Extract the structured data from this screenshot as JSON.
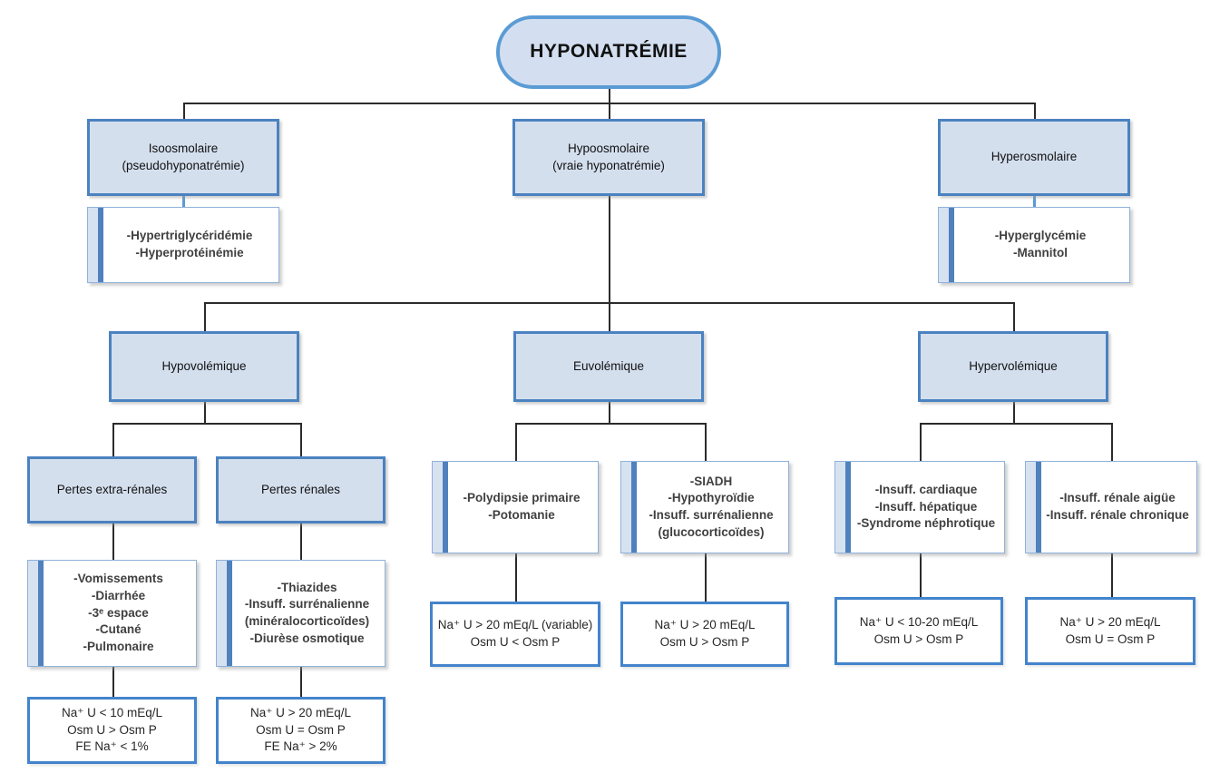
{
  "diagram": {
    "title": "HYPONATRÉMIE",
    "accent_border_color": "#4b82c0",
    "accent_fill_color": "#d4dfee",
    "stripe_color": "#4f81bd",
    "connector_color": "#2b2b2b",
    "nodes": {
      "isoosmolaire": {
        "lines": [
          "Isoosmolaire",
          "(pseudohyponatrémie)"
        ]
      },
      "iso_causes": {
        "lines": [
          "-Hypertriglycéridémie",
          "-Hyperprotéinémie"
        ]
      },
      "hypoosmolaire": {
        "lines": [
          "Hypoosmolaire",
          "(vraie hyponatrémie)"
        ]
      },
      "hyperosmolaire": {
        "lines": [
          "Hyperosmolaire"
        ]
      },
      "hyper_causes": {
        "lines": [
          "-Hyperglycémie",
          "-Mannitol"
        ]
      },
      "hypovolemique": {
        "lines": [
          "Hypovolémique"
        ]
      },
      "euvolemique": {
        "lines": [
          "Euvolémique"
        ]
      },
      "hypervolemique": {
        "lines": [
          "Hypervolémique"
        ]
      },
      "pertes_extra_renales": {
        "lines": [
          "Pertes extra-rénales"
        ]
      },
      "pertes_renales": {
        "lines": [
          "Pertes rénales"
        ]
      },
      "extra_causes": {
        "lines": [
          "-Vomissements",
          "-Diarrhée",
          "-3ᵉ espace",
          "-Cutané",
          "-Pulmonaire"
        ]
      },
      "renales_causes": {
        "lines": [
          "-Thiazides",
          "-Insuff. surrénalienne",
          "(minéralocorticoïdes)",
          "-Diurèse osmotique"
        ]
      },
      "extra_labs": {
        "lines": [
          "Na⁺ U < 10 mEq/L",
          "Osm U > Osm P",
          "FE Na⁺ < 1%"
        ]
      },
      "renales_labs": {
        "lines": [
          "Na⁺ U > 20 mEq/L",
          "Osm U = Osm P",
          "FE Na⁺ > 2%"
        ]
      },
      "polydipsie": {
        "lines": [
          "-Polydipsie primaire",
          "-Potomanie"
        ]
      },
      "siadh": {
        "lines": [
          "-SIADH",
          "-Hypothyroïdie",
          "-Insuff. surrénalienne",
          "(glucocorticoïdes)"
        ]
      },
      "polydipsie_labs": {
        "lines": [
          "Na⁺ U > 20 mEq/L (variable)",
          "Osm U < Osm P"
        ]
      },
      "siadh_labs": {
        "lines": [
          "Na⁺ U > 20 mEq/L",
          "Osm U > Osm P"
        ]
      },
      "cardiaque": {
        "lines": [
          "-Insuff. cardiaque",
          "-Insuff. hépatique",
          "-Syndrome néphrotique"
        ]
      },
      "renale_aigue": {
        "lines": [
          "-Insuff. rénale aigüe",
          "-Insuff. rénale chronique"
        ]
      },
      "cardiaque_labs": {
        "lines": [
          "Na⁺ U < 10-20 mEq/L",
          "Osm U > Osm P"
        ]
      },
      "renale_labs": {
        "lines": [
          "Na⁺ U > 20 mEq/L",
          "Osm U = Osm P"
        ]
      }
    }
  }
}
